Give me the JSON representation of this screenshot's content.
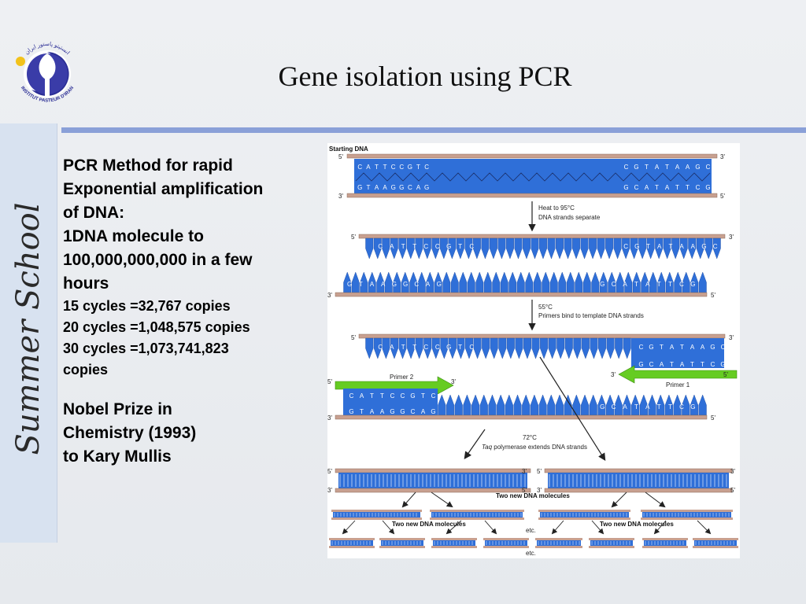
{
  "logo": {
    "arc_text": "انستیتو پاستور ایران",
    "bottom_text": "INSTITUT PASTEUR D'IRAN"
  },
  "title": "Gene isolation using PCR",
  "side_label": "Summer School",
  "body": {
    "lines_big": [
      "PCR Method for rapid",
      "Exponential amplification",
      "of DNA:",
      "1DNA molecule to",
      "100,000,000,000 in a few",
      "hours"
    ],
    "lines_small": [
      "15 cycles =32,767 copies",
      "20 cycles =1,048,575 copies",
      "30 cycles =1,073,741,823",
      "copies"
    ],
    "nobel": [
      "Nobel Prize in",
      "Chemistry (1993)",
      "to Kary Mullis"
    ]
  },
  "diagram": {
    "starting_label": "Starting DNA",
    "end5": "5'",
    "end3": "3'",
    "top_left_bases": [
      "C",
      "A",
      "T",
      "T",
      "C",
      "C",
      "G",
      "T",
      "C"
    ],
    "top_right_bases": [
      "C",
      "G",
      "T",
      "A",
      "T",
      "A",
      "A",
      "G",
      "C"
    ],
    "bottom_left_bases": [
      "G",
      "T",
      "A",
      "A",
      "G",
      "G",
      "C",
      "A",
      "G"
    ],
    "bottom_right_bases": [
      "G",
      "C",
      "A",
      "T",
      "A",
      "T",
      "T",
      "C",
      "G"
    ],
    "step1": [
      "Heat to 95°C",
      "DNA strands separate"
    ],
    "step2": [
      "55°C",
      "Primers bind to template DNA strands"
    ],
    "primer1": "Primer 1",
    "primer2": "Primer 2",
    "step3_temp": "72°C",
    "step3_enzyme": "Taq",
    "step3_rest": " polymerase extends DNA strands",
    "two_new": "Two new DNA molecules",
    "etc": "etc.",
    "colors": {
      "strand": "#2f6fd8",
      "backbone": "#c8a090",
      "primer": "#66cc22"
    }
  }
}
